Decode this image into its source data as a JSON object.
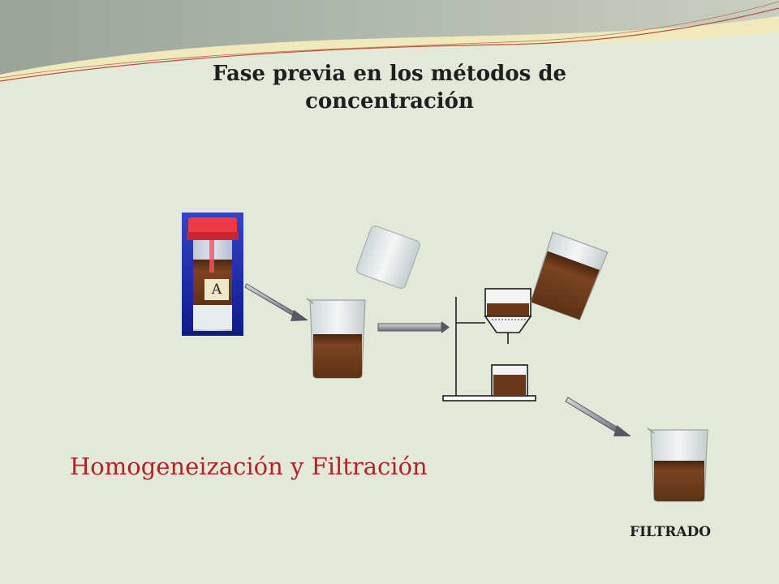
{
  "slide": {
    "title_line1": "Fase previa en los métodos de",
    "title_line2": "concentración",
    "subtitle": "Homogeneización y  Filtración",
    "label_a": "A",
    "filtrado_label": "FILTRADO"
  },
  "colors": {
    "background": "#e3e9d9",
    "subtitle": "#b32025",
    "sample": "#6b3817",
    "cap": "#ee3a45"
  }
}
